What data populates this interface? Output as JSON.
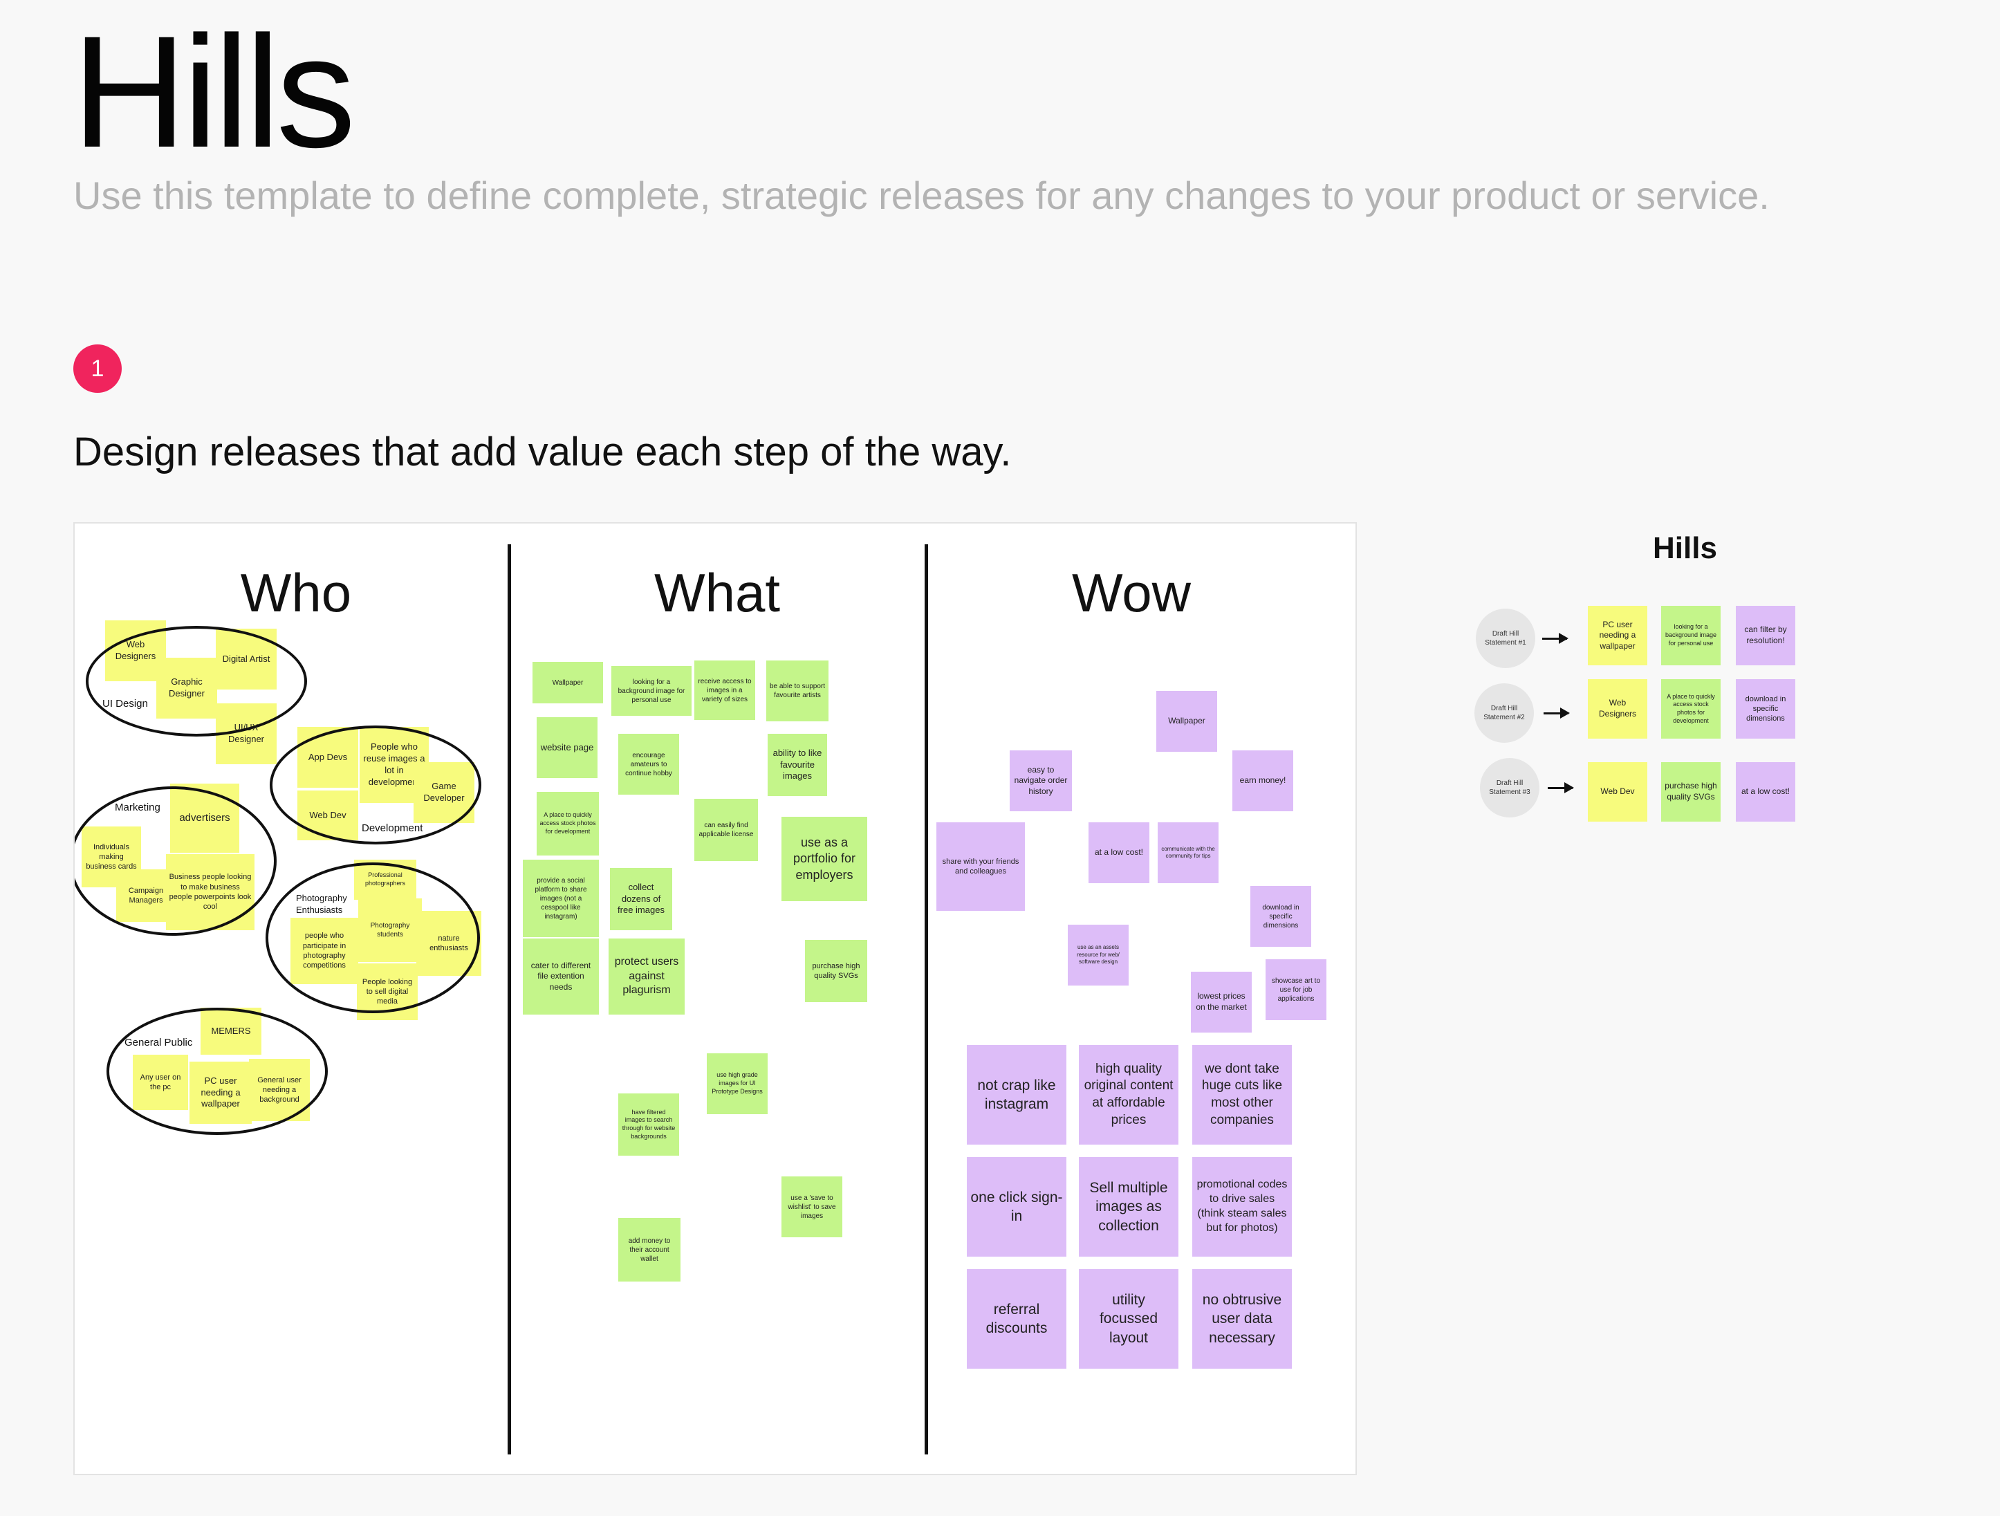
{
  "header": {
    "title": "Hills",
    "subtitle": "Use this template to define complete, strategic releases for any changes to your product or service.",
    "step_number": "1",
    "step_heading": "Design releases that add value each step of the way."
  },
  "board": {
    "columns": [
      "Who",
      "What",
      "Wow"
    ],
    "who": {
      "group_labels": [
        "UI Design",
        "Marketing",
        "Development",
        "Photography Enthusiasts",
        "General Public"
      ],
      "notes": [
        "Web Designers",
        "Digital Artist",
        "Graphic Designer",
        "UI/UX Designer",
        "App Devs",
        "People who reuse images a lot in development",
        "Game Developer",
        "Web Dev",
        "advertisers",
        "Individuals making business cards",
        "Campaign Managers",
        "Business people looking to make business people powerpoints look cool",
        "Professional photographers",
        "people who participate in photography competitions",
        "Photography students",
        "nature enthusiasts",
        "People looking to sell digital media",
        "MEMERS",
        "Any user on the pc",
        "PC user needing a wallpaper",
        "General user needing a background"
      ]
    },
    "what": {
      "notes": [
        "Wallpaper",
        "looking for a background image for personal use",
        "receive access to images in a variety of sizes",
        "be able to support favourite artists",
        "website page",
        "encourage amateurs to continue hobby",
        "ability to like favourite images",
        "A place to quickly access stock photos for development",
        "can easily find applicable license",
        "use as a portfolio for employers",
        "provide a social platform to share images (not a cesspool like instagram)",
        "collect dozens of free images",
        "cater to different file extention needs",
        "protect users against plagurism",
        "purchase high quality SVGs",
        "use high grade images for UI Prototype Designs",
        "have filtered images to search through for website backgrounds",
        "use a 'save to wishlist' to save images",
        "add money to their account wallet"
      ]
    },
    "wow": {
      "notes": [
        "Wallpaper",
        "easy to navigate order history",
        "earn money!",
        "share with your friends and colleagues",
        "at a low cost!",
        "communicate with the community for tips",
        "download in specific dimensions",
        "use as an assets resource for web/ software design",
        "lowest prices on the market",
        "showcase art to use for job applications",
        "not crap like instagram",
        "high quality original content at affordable prices",
        "we dont take huge cuts like most other companies",
        "one click sign-in",
        "Sell multiple images as collection",
        "promotional codes to drive sales (think steam sales but for photos)",
        "referral discounts",
        "utility focussed layout",
        "no obtrusive user data necessary"
      ]
    }
  },
  "side_panel": {
    "title": "Hills",
    "rows": [
      {
        "statement": "Draft Hill Statement #1",
        "who": "PC user needing a wallpaper",
        "what": "looking for a background image for personal use",
        "wow": "can filter by resolution!"
      },
      {
        "statement": "Draft Hill Statement #2",
        "who": "Web Designers",
        "what": "A place to quickly access stock photos for development",
        "wow": "download in specific dimensions"
      },
      {
        "statement": "Draft Hill Statement #3",
        "who": "Web Dev",
        "what": "purchase high quality SVGs",
        "wow": "at a low cost!"
      }
    ]
  },
  "colors": {
    "accent_badge": "#f0245d",
    "note_yellow": "#f7fb7d",
    "note_green": "#c4f58a",
    "note_purple": "#ddbdf8"
  }
}
